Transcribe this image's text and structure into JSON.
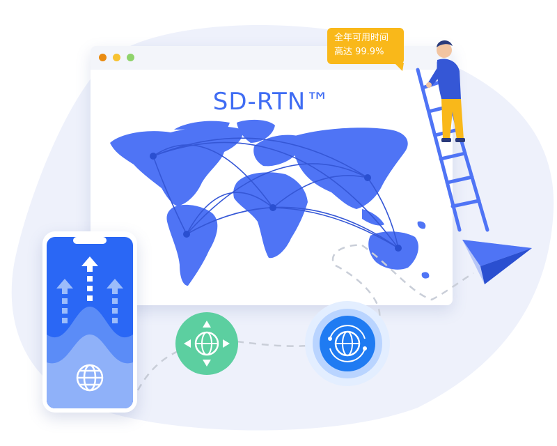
{
  "browser": {
    "title": "SD-RTN™",
    "dots": [
      "#e98b11",
      "#f7c232",
      "#8fd36b"
    ]
  },
  "bubble": {
    "line1": "全年可用时间",
    "line2": "高达 99.9%"
  },
  "colors": {
    "brand_blue": "#3f6cf3",
    "map_blue": "#4f74f5",
    "bubble_yellow": "#f9b81a",
    "green_node": "#5ccfa0",
    "bg_blob": "#eef1fb"
  },
  "icons": {
    "phone_globe": "globe-icon",
    "green_node": "globe-compass-icon",
    "blue_node": "globe-network-icon",
    "paper_plane": "paper-plane-icon",
    "person": "climbing-person-illustration"
  }
}
